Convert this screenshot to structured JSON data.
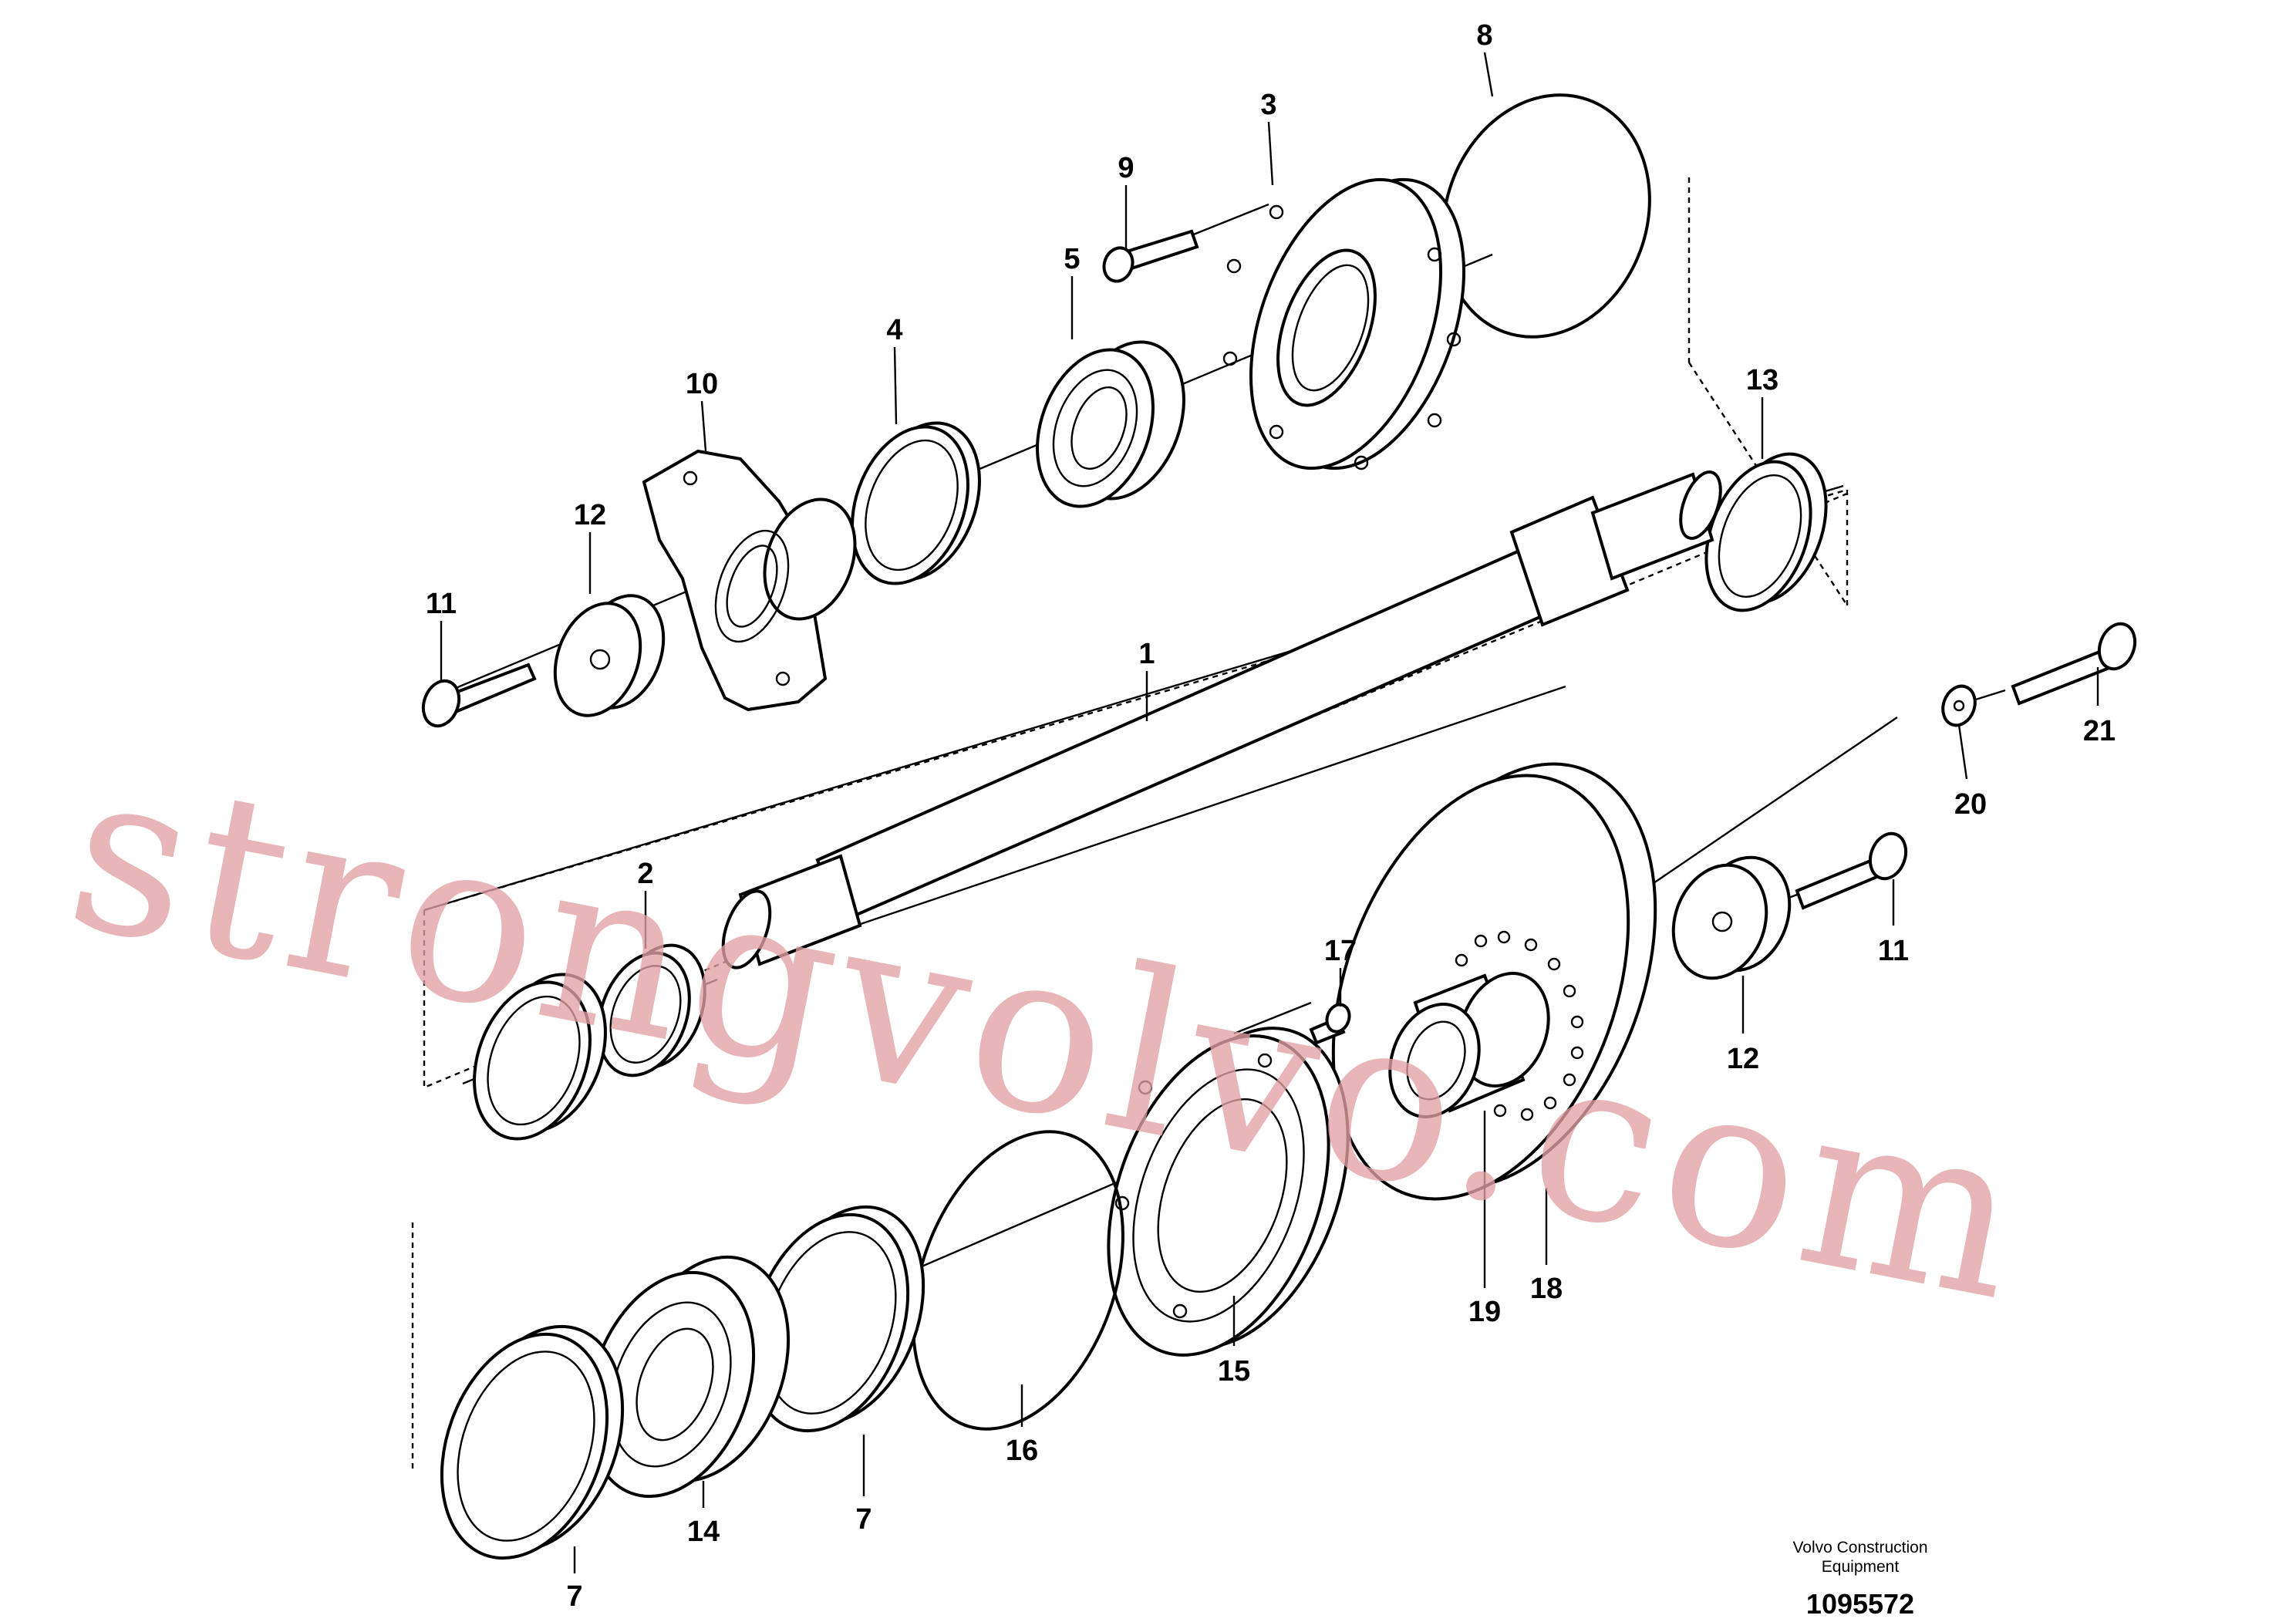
{
  "callouts": {
    "c1": "1",
    "c2": "2",
    "c3": "3",
    "c4": "4",
    "c5": "5",
    "c7a": "7",
    "c7b": "7",
    "c8": "8",
    "c9": "9",
    "c10": "10",
    "c11a": "11",
    "c11b": "11",
    "c12a": "12",
    "c12b": "12",
    "c13": "13",
    "c14": "14",
    "c15": "15",
    "c16": "16",
    "c17": "17",
    "c18": "18",
    "c19": "19",
    "c20": "20",
    "c21": "21"
  },
  "caption": {
    "line1": "Volvo Construction",
    "line2": "Equipment",
    "doc_number": "1095572"
  },
  "watermark": "strongvolvo.com"
}
